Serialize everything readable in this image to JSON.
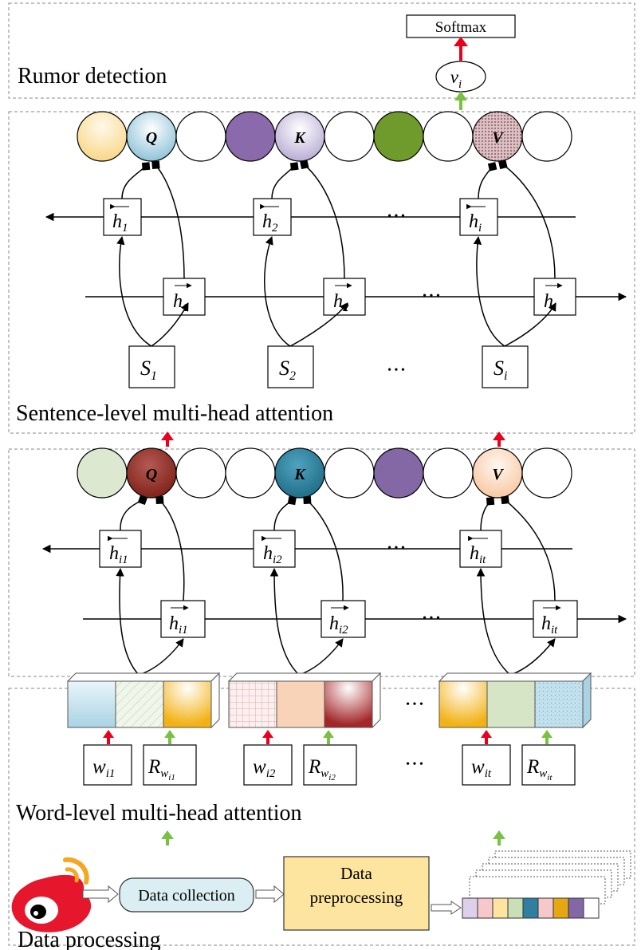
{
  "sections": {
    "rumor": {
      "title": "Rumor detection",
      "softmax": "Softmax",
      "vector": "v",
      "vector_sub": "i"
    },
    "sentence": {
      "title": "Sentence-level multi-head attention",
      "q": "Q",
      "k": "K",
      "v": "V",
      "back_h": [
        "h",
        "h",
        "h"
      ],
      "back_sub": [
        "1",
        "2",
        "i"
      ],
      "fwd_h": [
        "h",
        "h",
        "h"
      ],
      "fwd_sub": [
        "1",
        "2",
        "i"
      ],
      "inputs": [
        "S",
        "S",
        "S"
      ],
      "inputs_sub": [
        "1",
        "2",
        "i"
      ],
      "ellipsis": "• • •"
    },
    "word": {
      "title": "Word-level multi-head attention",
      "q": "Q",
      "k": "K",
      "v": "V",
      "back_sub": [
        "i1",
        "i2",
        "it"
      ],
      "fwd_sub": [
        "i1",
        "i2",
        "it"
      ],
      "w_inputs": [
        "w",
        "w",
        "w"
      ],
      "w_sub": [
        "i1",
        "i2",
        "it"
      ],
      "r_inputs": [
        "R",
        "R",
        "R"
      ],
      "r_sub": [
        "w",
        "w",
        "w"
      ],
      "r_subsub": [
        "i1",
        "i2",
        "it"
      ],
      "ellipsis": "• • •"
    },
    "processing": {
      "title": "Data processing",
      "collection": "Data collection",
      "preprocessing_line1": "Data",
      "preprocessing_line2": "preprocessing"
    }
  },
  "colors": {
    "up_red": "#e8001c",
    "up_green": "#7ac143",
    "softmax_arrow": "#e8001c",
    "weibo_red": "#e6162d",
    "weibo_orange": "#f5a623",
    "preprocess_fill": "#fde5a0",
    "collection_fill": "#daeef3"
  }
}
